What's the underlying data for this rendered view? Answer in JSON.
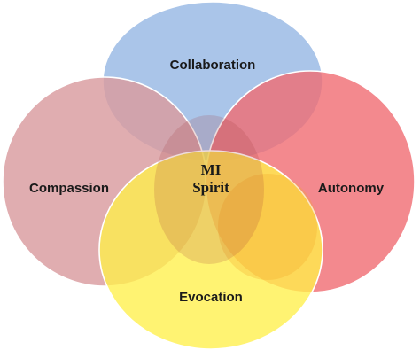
{
  "diagram": {
    "center": {
      "line1": "MI",
      "line2": "Spirit"
    },
    "circles": [
      {
        "id": "collaboration",
        "label": "Collaboration",
        "color": "#9ebde6",
        "opacity": 0.88
      },
      {
        "id": "compassion",
        "label": "Compassion",
        "color": "#d99b9f",
        "opacity": 0.82
      },
      {
        "id": "autonomy",
        "label": "Autonomy",
        "color": "#f06b72",
        "opacity": 0.8
      },
      {
        "id": "evocation",
        "label": "Evocation",
        "color": "#fff04a",
        "opacity": 0.78
      }
    ],
    "overlap_accent": "#f5a623",
    "background": "#ffffff"
  }
}
